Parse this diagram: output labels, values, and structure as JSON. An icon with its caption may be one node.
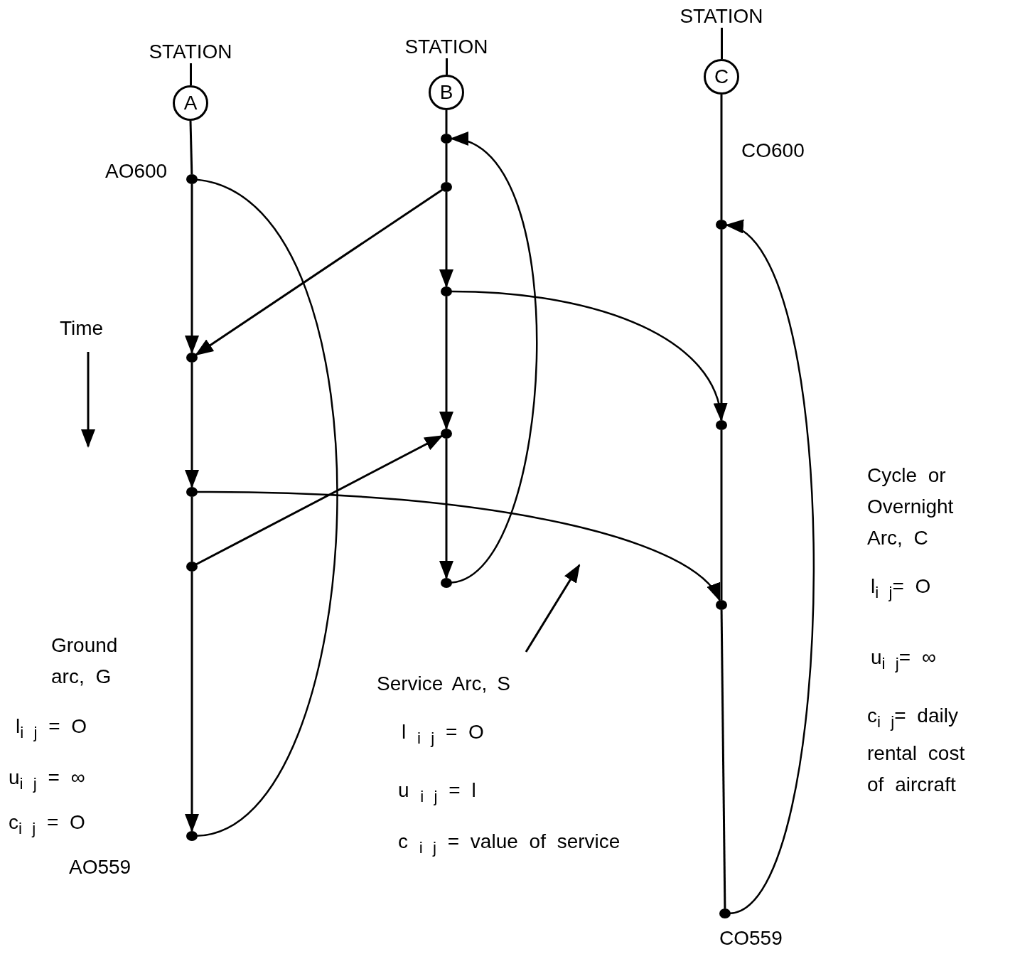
{
  "diagram": {
    "nodes": [
      {
        "text": [
          "STATION",
          "A"
        ]
      },
      {
        "text": [
          "STATION",
          "B"
        ]
      },
      {
        "text": [
          "STATION",
          "C"
        ]
      },
      {
        "text": [],
        "shape": "circle",
        "beside": [
          "AO600"
        ]
      },
      {
        "text": [],
        "shape": "circle"
      },
      {
        "text": [],
        "shape": "circle"
      },
      {
        "text": [],
        "shape": "circle"
      },
      {
        "text": [],
        "shape": "circle",
        "beside": [
          "AO559"
        ]
      },
      {
        "text": [],
        "shape": "circle"
      },
      {
        "text": [],
        "shape": "circle"
      },
      {
        "text": [],
        "shape": "circle"
      },
      {
        "text": [],
        "shape": "circle"
      },
      {
        "text": [],
        "shape": "circle"
      },
      {
        "text": [],
        "shape": "circle",
        "beside": [
          "CO600"
        ]
      },
      {
        "text": [],
        "shape": "circle"
      },
      {
        "text": [],
        "shape": "circle"
      },
      {
        "text": [],
        "shape": "circle",
        "beside": [
          "CO559"
        ]
      },
      {
        "text": [
          "Service Arc, S"
        ]
      }
    ],
    "edges": [
      {
        "from": 0,
        "to": 3,
        "arrow": "none"
      },
      {
        "from": 3,
        "to": 4,
        "arrow": "to"
      },
      {
        "from": 4,
        "to": 5,
        "arrow": "to"
      },
      {
        "from": 5,
        "to": 6,
        "arrow": "none"
      },
      {
        "from": 6,
        "to": 7,
        "arrow": "to"
      },
      {
        "from": 1,
        "to": 8,
        "arrow": "none"
      },
      {
        "from": 8,
        "to": 9,
        "arrow": "none"
      },
      {
        "from": 9,
        "to": 10,
        "arrow": "to"
      },
      {
        "from": 10,
        "to": 11,
        "arrow": "to"
      },
      {
        "from": 11,
        "to": 12,
        "arrow": "to"
      },
      {
        "from": 2,
        "to": 13,
        "arrow": "none"
      },
      {
        "from": 13,
        "to": 14,
        "arrow": "none"
      },
      {
        "from": 14,
        "to": 15,
        "arrow": "none"
      },
      {
        "from": 15,
        "to": 16,
        "arrow": "none"
      },
      {
        "from": 9,
        "to": 4,
        "arrow": "to"
      },
      {
        "from": 6,
        "to": 11,
        "arrow": "to"
      },
      {
        "from": 10,
        "to": 14,
        "arrow": "to"
      },
      {
        "from": 5,
        "to": 15,
        "arrow": "to"
      },
      {
        "from": 7,
        "to": 3,
        "arrow": "none"
      },
      {
        "from": 12,
        "to": 8,
        "arrow": "to"
      },
      {
        "from": 16,
        "to": 13,
        "arrow": "to"
      },
      {
        "from": 17,
        "to": null,
        "arrow": "to"
      }
    ],
    "labels": [
      "Time",
      "Cycle or Overnight Arc, C",
      "l$_{i j}$= O",
      "u$_{i j}$= ∞",
      "c$_{i j}$= daily rental cost of aircraft",
      "Ground arc, G",
      "l$_{i j}$ = O",
      "u$_{i j}$ = ∞",
      "c$_{i j}$ = O",
      "l $_{i j}$ = O",
      "u $_{i j}$ = l",
      "c $_{i j}$ = value of service"
    ]
  }
}
